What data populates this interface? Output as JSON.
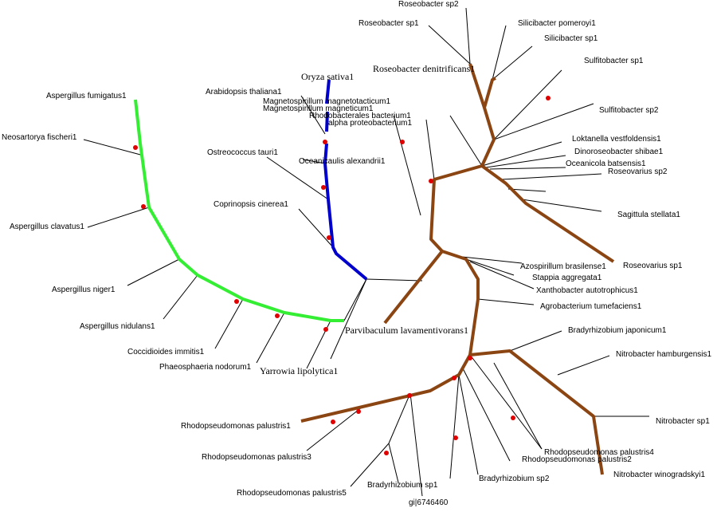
{
  "colors": {
    "fungi_clade": "#33ee33",
    "plant_clade": "#0000cc",
    "bacteria_clade": "#8b4513",
    "branch": "#000000",
    "support_dot": "#e00000"
  },
  "labels": {
    "aspergillus_fumigatus": "Aspergillus fumigatus1",
    "neosartorya_fischeri": "Neosartorya fischeri1",
    "aspergillus_clavatus": "Aspergillus clavatus1",
    "aspergillus_niger": "Aspergillus niger1",
    "aspergillus_nidulans": "Aspergillus nidulans1",
    "coccidioides_immitis": "Coccidioides immitis1",
    "phaeosphaeria_nodorum": "Phaeosphaeria nodorum1",
    "yarrowia_lipolytica": "Yarrowia lipolytica1",
    "arabidopsis_thaliana": "Arabidopsis thaliana1",
    "oryza_sativa": "Oryza sativa1",
    "magnetospirillum_magnetotacticum": "Magnetospirillum magnetotacticum1",
    "magnetospirillum_magneticum": "Magnetospirillum magneticum1",
    "rhodobacterales_bacterium": "Rhodobacterales bacterium1",
    "alpha_proteobacterium": "alpha proteobacterium1",
    "ostreococcus_tauri": "Ostreococcus tauri1",
    "oceanicaulis_alexandrii": "Oceanicaulis alexandrii1",
    "coprinopsis_cinerea": "Coprinopsis cinerea1",
    "parvibaculum_lavamentivorans": "Parvibaculum lavamentivorans1",
    "roseobacter_sp2": "Roseobacter sp2",
    "roseobacter_sp1": "Roseobacter sp1",
    "silicibacter_pomeroyi": "Silicibacter pomeroyi1",
    "silicibacter_sp1": "Silicibacter sp1",
    "roseobacter_denitrificans": "Roseobacter denitrificans1",
    "sulfitobacter_sp1": "Sulfitobacter sp1",
    "sulfitobacter_sp2": "Sulfitobacter sp2",
    "loktanella_vestfoldensis": "Loktanella vestfoldensis1",
    "dinoroseobacter_shibae": "Dinoroseobacter shibae1",
    "oceanicola_batsensis": "Oceanicola batsensis1",
    "roseovarius_sp2": "Roseovarius sp2",
    "sagittula_stellata": "Sagittula stellata1",
    "roseovarius_sp1": "Roseovarius sp1",
    "azospirillum_brasilense": "Azospirillum brasilense1",
    "stappia_aggregata": "Stappia aggregata1",
    "xanthobacter_autotrophicus": "Xanthobacter autotrophicus1",
    "agrobacterium_tumefaciens": "Agrobacterium tumefaciens1",
    "bradyrhizobium_japonicum": "Bradyrhizobium japonicum1",
    "nitrobacter_hamburgensis": "Nitrobacter hamburgensis1",
    "nitrobacter_sp1": "Nitrobacter sp1",
    "rhodopseudomonas_palustris4": "Rhodopseudomonas palustris4",
    "rhodopseudomonas_palustris2": "Rhodopseudomonas palustris2",
    "nitrobacter_winogradskyi": "Nitrobacter winogradskyi1",
    "rhodopseudomonas_palustris1": "Rhodopseudomonas palustris1",
    "rhodopseudomonas_palustris3": "Rhodopseudomonas palustris3",
    "rhodopseudomonas_palustris5": "Rhodopseudomonas palustris5",
    "bradyrhizobium_sp1": "Bradyrhizobium sp1",
    "bradyrhizobium_sp2": "Bradyrhizobium sp2",
    "gi6746460": "gi|6746460"
  }
}
